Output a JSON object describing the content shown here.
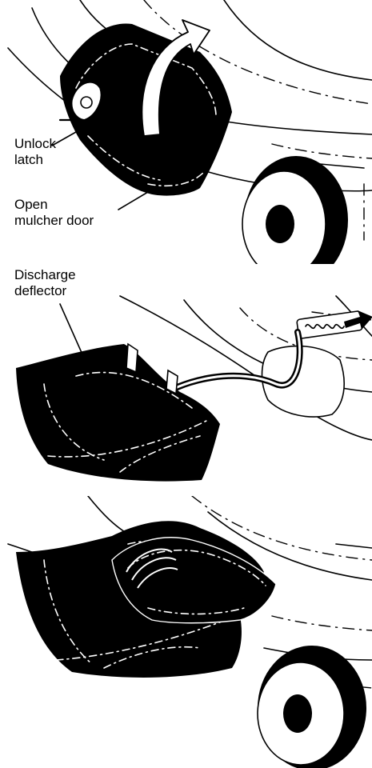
{
  "figure": {
    "steps": [
      {
        "callouts": [
          {
            "text": "Unlock\nlatch"
          },
          {
            "text": "Open\nmulcher door"
          }
        ]
      },
      {
        "callouts": [
          {
            "text": "Discharge\ndeflector"
          }
        ]
      },
      {
        "callouts": []
      }
    ]
  }
}
